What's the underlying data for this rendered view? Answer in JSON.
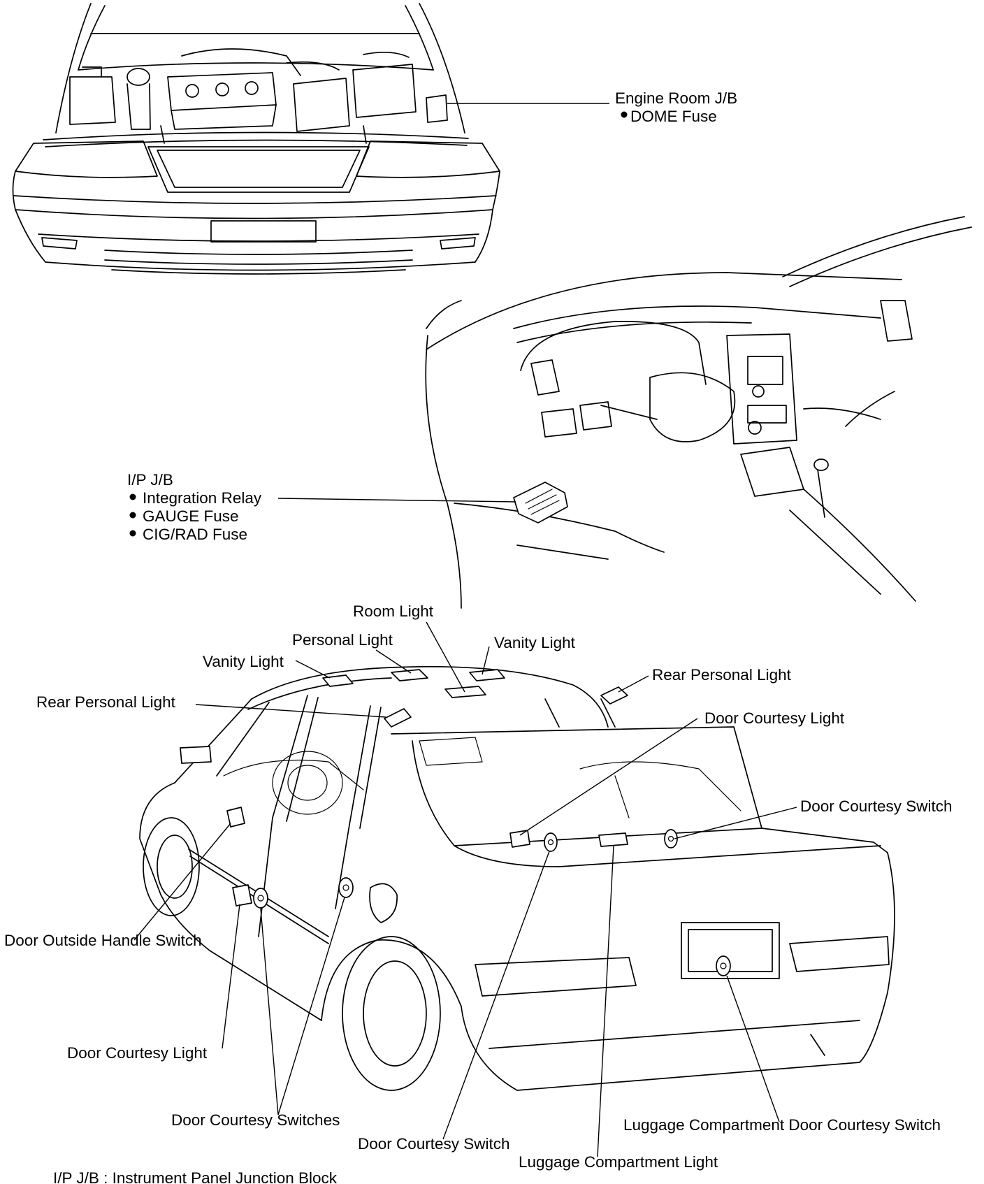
{
  "callouts": {
    "engine_room_jb": "Engine Room J/B",
    "dome_fuse": "DOME Fuse",
    "ip_jb": "I/P J/B",
    "integration_relay": "Integration Relay",
    "gauge_fuse": "GAUGE Fuse",
    "cig_rad_fuse": "CIG/RAD Fuse",
    "room_light": "Room Light",
    "personal_light": "Personal Light",
    "vanity_light_left": "Vanity Light",
    "vanity_light_right": "Vanity Light",
    "rear_personal_light_left": "Rear Personal Light",
    "rear_personal_light_right": "Rear Personal Light",
    "door_courtesy_light_right": "Door Courtesy Light",
    "door_courtesy_switch_right": "Door Courtesy Switch",
    "door_outside_handle_switch": "Door Outside Handle Switch",
    "door_courtesy_light_left": "Door Courtesy Light",
    "door_courtesy_switches": "Door Courtesy Switches",
    "door_courtesy_switch_bottom": "Door Courtesy Switch",
    "luggage_door_courtesy_switch": "Luggage Compartment Door Courtesy Switch",
    "luggage_light": "Luggage Compartment Light"
  },
  "footnote": "I/P J/B : Instrument Panel Junction Block",
  "bullet_glyph": "●"
}
